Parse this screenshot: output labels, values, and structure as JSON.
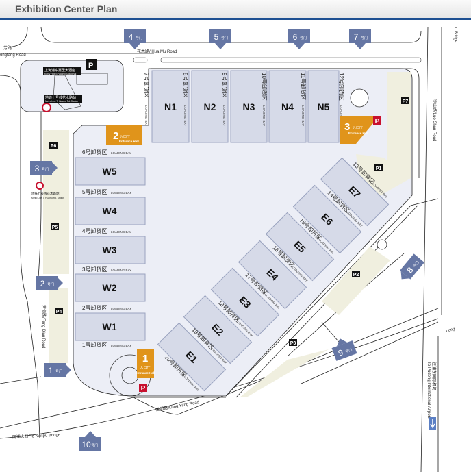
{
  "header": {
    "title": "Exhibition Center Plan"
  },
  "colors": {
    "accent": "#1d4f91",
    "hall": "#d6dae8",
    "entrance": "#e0941b",
    "gate": "#6576a4",
    "parking_area": "#f0efdf",
    "site": "#eceef6",
    "parking_red": "#c8102e"
  },
  "roads": {
    "hua_mu": "花木路/ Hua Mu Road",
    "yongfang_cn": "芳路",
    "yongfang": "ongfang Road",
    "fang_dian": "芳甸路/Fang Dian Road",
    "luo_shan": "罗山路/Luo Shan Road",
    "long_yang": "龙阳路/Long Yang Road",
    "nanpu": "南浦大桥/To Nanpu Bridge",
    "airport_cn": "往浦东国际机场",
    "airport": "To Pudong International Airport",
    "long": "Long",
    "bridge": "u Bridge"
  },
  "landmarks": {
    "hotel_cn": "上海浦东嘉里大酒店",
    "hotel_en": "Kerry Hotel Pudong Shanghai",
    "metro_cn": "地铁七号线花木路站",
    "metro_en": "Metro Line 7: Huamu Rd. Station"
  },
  "gate_suffix": "号门",
  "gates": [
    "1",
    "2",
    "3",
    "4",
    "5",
    "6",
    "7",
    "8",
    "9",
    "10"
  ],
  "entrances": [
    {
      "num": "1",
      "cn": "入口厅",
      "en": "Entrance Hall"
    },
    {
      "num": "2",
      "cn": "入口厅",
      "en": "Entrance Hall"
    },
    {
      "num": "3",
      "cn": "入口厅",
      "en": "Entrance Hall"
    }
  ],
  "parking_icon": "P",
  "parking": [
    "P1",
    "P2",
    "P3",
    "P4",
    "P5",
    "P6",
    "P7"
  ],
  "loading_bay_en": "LOADING BAY",
  "halls_north": [
    "N1",
    "N2",
    "N3",
    "N4",
    "N5"
  ],
  "halls_west": [
    "W5",
    "W4",
    "W3",
    "W2",
    "W1"
  ],
  "halls_east": [
    "E7",
    "E6",
    "E5",
    "E4",
    "E3",
    "E2",
    "E1"
  ],
  "bays_north": [
    "7号卸货区",
    "8号卸货区",
    "9号卸货区",
    "10号卸货区",
    "11号卸货区",
    "12号卸货区"
  ],
  "bays_west": [
    "6号卸货区",
    "5号卸货区",
    "4号卸货区",
    "3号卸货区",
    "2号卸货区",
    "1号卸货区"
  ],
  "bays_east": [
    "13号卸货区",
    "14号卸货区",
    "15号卸货区",
    "16号卸货区",
    "17号卸货区",
    "18号卸货区",
    "19号卸货区",
    "20号卸货区"
  ]
}
